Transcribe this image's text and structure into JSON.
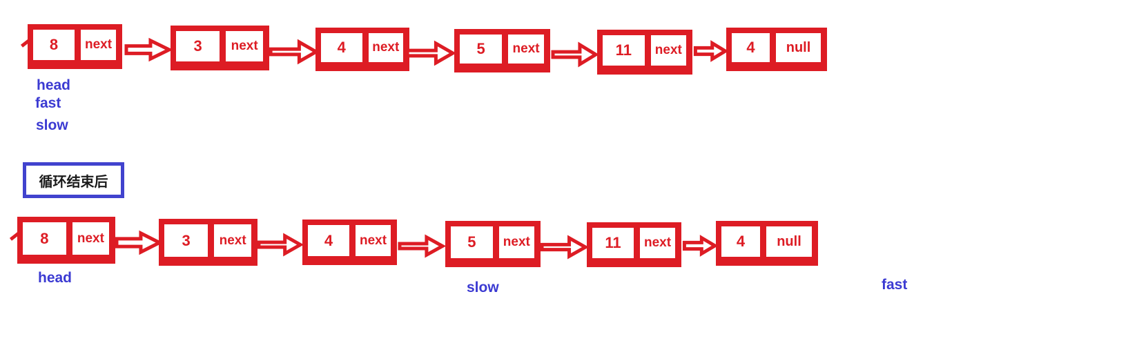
{
  "colors": {
    "node_red": "#dd1c24",
    "pointer_label_blue": "#3b3ad2",
    "caption_border_blue": "#4143ce",
    "caption_text_black": "#1a1a1a",
    "background": "#ffffff"
  },
  "caption": {
    "text": "循环结束后"
  },
  "lists": [
    {
      "id": "before-loop-list",
      "nodes": [
        {
          "value": "8",
          "pointer": "next"
        },
        {
          "value": "3",
          "pointer": "next"
        },
        {
          "value": "4",
          "pointer": "next"
        },
        {
          "value": "5",
          "pointer": "next"
        },
        {
          "value": "11",
          "pointer": "next"
        },
        {
          "value": "4",
          "pointer": "null"
        }
      ],
      "pointer_labels": [
        {
          "text": "head"
        },
        {
          "text": "fast"
        },
        {
          "text": "slow"
        }
      ]
    },
    {
      "id": "after-loop-list",
      "nodes": [
        {
          "value": "8",
          "pointer": "next"
        },
        {
          "value": "3",
          "pointer": "next"
        },
        {
          "value": "4",
          "pointer": "next"
        },
        {
          "value": "5",
          "pointer": "next"
        },
        {
          "value": "11",
          "pointer": "next"
        },
        {
          "value": "4",
          "pointer": "null"
        }
      ],
      "pointer_labels": [
        {
          "text": "head"
        },
        {
          "text": "slow"
        },
        {
          "text": "fast"
        }
      ]
    }
  ]
}
